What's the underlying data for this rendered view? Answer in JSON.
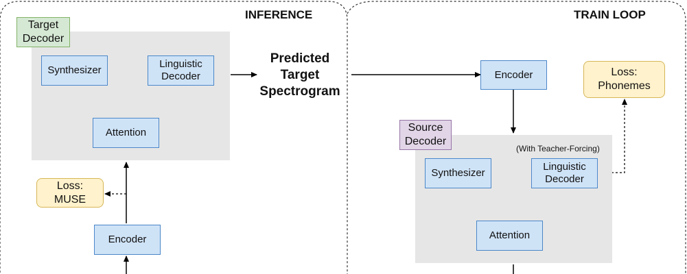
{
  "inference": {
    "heading": "INFERENCE",
    "target_decoder_tag": "Target\nDecoder",
    "synthesizer": "Synthesizer",
    "linguistic_decoder": "Linguistic\nDecoder",
    "attention": "Attention",
    "loss_muse": "Loss:\nMUSE",
    "encoder": "Encoder"
  },
  "predicted_spectrogram": "Predicted\nTarget\nSpectrogram",
  "train_loop": {
    "heading": "TRAIN LOOP",
    "encoder": "Encoder",
    "loss_phonemes": "Loss:\nPhonemes",
    "source_decoder_tag": "Source\nDecoder",
    "teacher_forcing_note": "(With Teacher-Forcing)",
    "synthesizer": "Synthesizer",
    "linguistic_decoder": "Linguistic\nDecoder",
    "attention": "Attention"
  },
  "colors": {
    "blue_fill": "#cfe3f7",
    "blue_border": "#4a86c8",
    "yellow_fill": "#fff2cc",
    "yellow_border": "#d6b656",
    "region_fill": "#e6e6e6",
    "green_tag": "#d5e8d4",
    "purple_tag": "#e1d5e7"
  }
}
